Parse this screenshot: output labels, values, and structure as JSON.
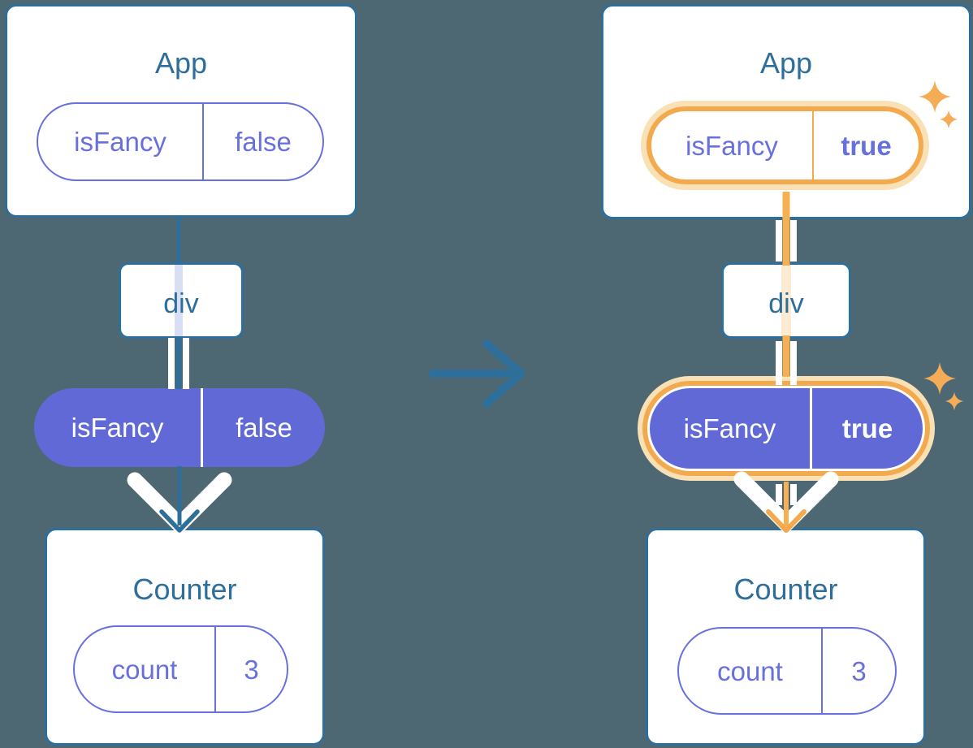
{
  "colors": {
    "background": "#4e6873",
    "steel_blue": "#2d6f9a",
    "title_text": "#2d6f9a",
    "purple_fill": "#6169d7",
    "purple_text": "#6770dd",
    "white": "#ffffff",
    "lavender_trace": "#d8def4",
    "orange": "#f3aa4f",
    "orange_pale": "#fae0b5",
    "orange_line": "#f5b053",
    "peach_trace": "#fbebd2",
    "sparkle_orange": "#f5ac57"
  },
  "icons": {
    "transition": "arrow-right-icon",
    "highlight": "sparkles-icon"
  },
  "before": {
    "app": {
      "title": "App",
      "state": {
        "name": "isFancy",
        "value": "false"
      }
    },
    "div": {
      "label": "div"
    },
    "prop": {
      "name": "isFancy",
      "value": "false"
    },
    "counter": {
      "title": "Counter",
      "state": {
        "name": "count",
        "value": "3"
      }
    }
  },
  "after": {
    "app": {
      "title": "App",
      "state": {
        "name": "isFancy",
        "value": "true"
      }
    },
    "div": {
      "label": "div"
    },
    "prop": {
      "name": "isFancy",
      "value": "true"
    },
    "counter": {
      "title": "Counter",
      "state": {
        "name": "count",
        "value": "3"
      }
    }
  }
}
